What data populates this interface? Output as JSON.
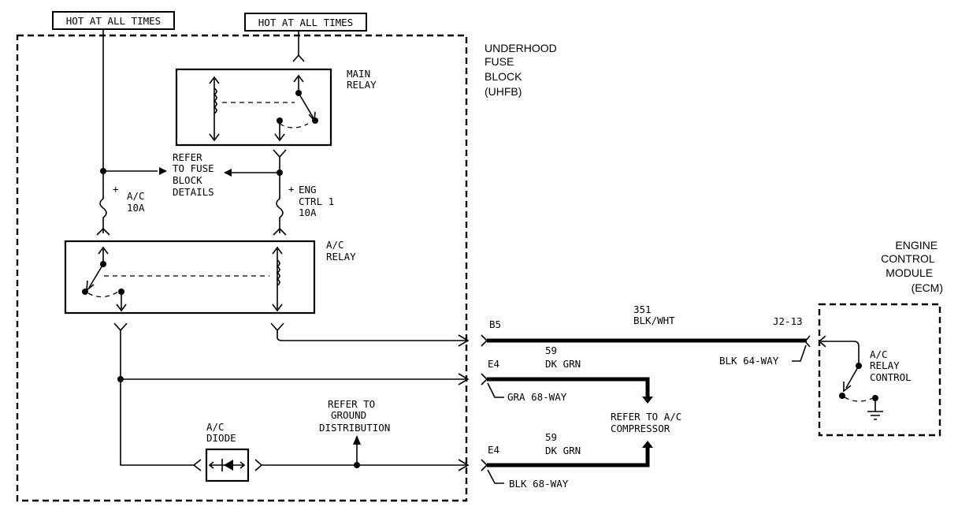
{
  "labels": {
    "hot1": "HOT AT ALL TIMES",
    "hot2": "HOT AT ALL TIMES",
    "uhfb": [
      "UNDERHOOD",
      "FUSE",
      "BLOCK",
      "(UHFB)"
    ],
    "main_relay": [
      "MAIN",
      "RELAY"
    ],
    "refer_fuse": [
      "REFER",
      "TO FUSE",
      "BLOCK",
      "DETAILS"
    ],
    "fuse_ac": [
      "A/C",
      "10A"
    ],
    "fuse_eng": [
      "ENG",
      "CTRL 1",
      "10A"
    ],
    "plus": "+",
    "ac_relay": [
      "A/C",
      "RELAY"
    ],
    "ecm": [
      "ENGINE",
      "CONTROL",
      "MODULE",
      "(ECM)"
    ],
    "wire_351": [
      "351",
      "BLK/WHT"
    ],
    "pin_b5": "B5",
    "pin_j213": "J2-13",
    "blk64": "BLK 64-WAY",
    "wire_59a": [
      "59",
      "DK GRN"
    ],
    "pin_e4a": "E4",
    "gra68": "GRA 68-WAY",
    "refer_compressor": [
      "REFER TO A/C",
      "COMPRESSOR"
    ],
    "refer_ground": [
      "REFER TO",
      "GROUND",
      "DISTRIBUTION"
    ],
    "ac_diode": [
      "A/C",
      "DIODE"
    ],
    "wire_59b": [
      "59",
      "DK GRN"
    ],
    "pin_e4b": "E4",
    "blk68": "BLK 68-WAY",
    "ac_relay_control": [
      "A/C",
      "RELAY",
      "CONTROL"
    ]
  }
}
